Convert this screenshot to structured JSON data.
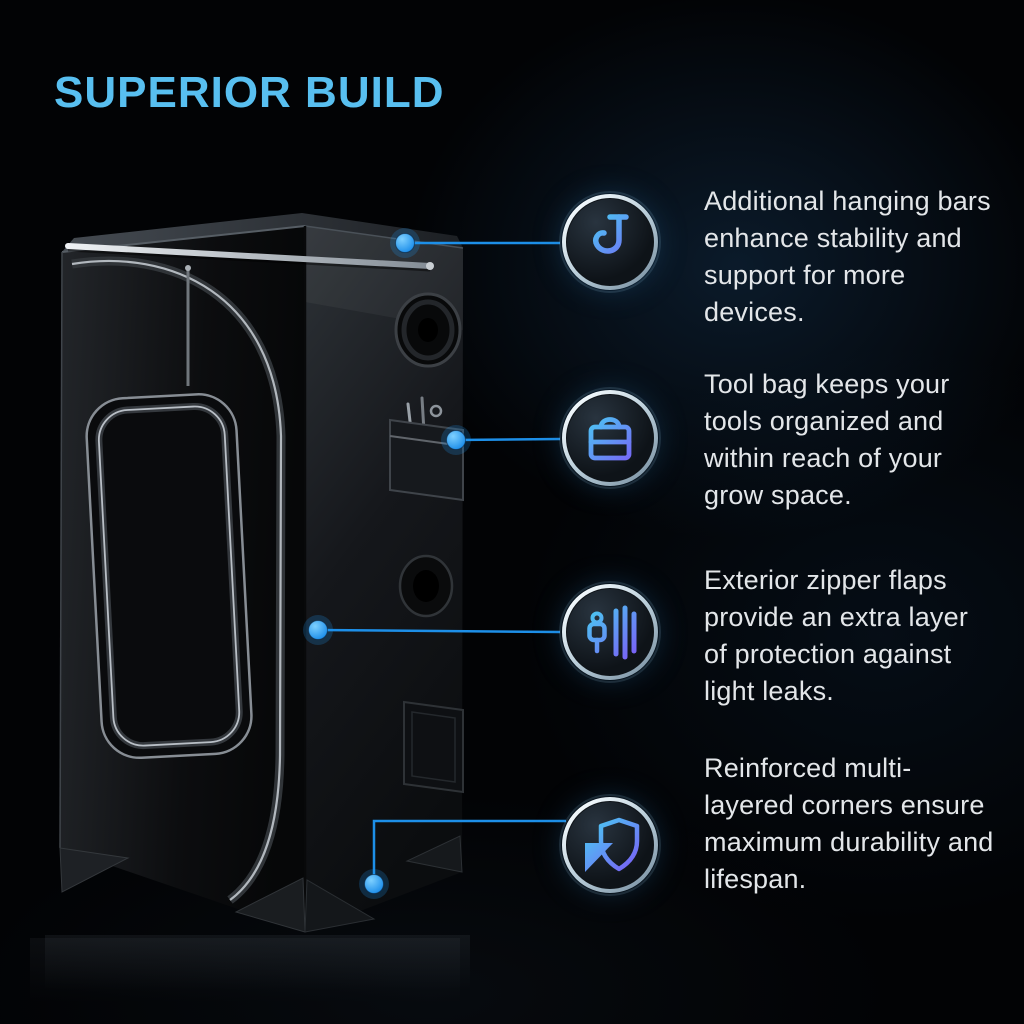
{
  "header": {
    "title": "SUPERIOR BUILD"
  },
  "colors": {
    "background": "#020305",
    "title": "#58bff0",
    "accent_line": "#1d8fe8",
    "dot": "#2196f3",
    "icon_gradient_start": "#4ac8f2",
    "icon_gradient_end": "#7b5cf6",
    "body_text": "#e3e6e9"
  },
  "illustration": {
    "label": "black grow tent with hanging bar, duct ports, tool bag and corner reinforcements"
  },
  "features": [
    {
      "icon": "hanging-hook-icon",
      "text": "Additional hanging bars enhance stability and support for more devices."
    },
    {
      "icon": "tool-bag-icon",
      "text": "Tool bag keeps your tools organized and within reach of your grow space."
    },
    {
      "icon": "zipper-icon",
      "text": "Exterior zipper flaps provide an extra layer of protection against light leaks."
    },
    {
      "icon": "shield-corner-icon",
      "text": "Reinforced multi-layered corners ensure maximum durability and lifespan."
    }
  ]
}
